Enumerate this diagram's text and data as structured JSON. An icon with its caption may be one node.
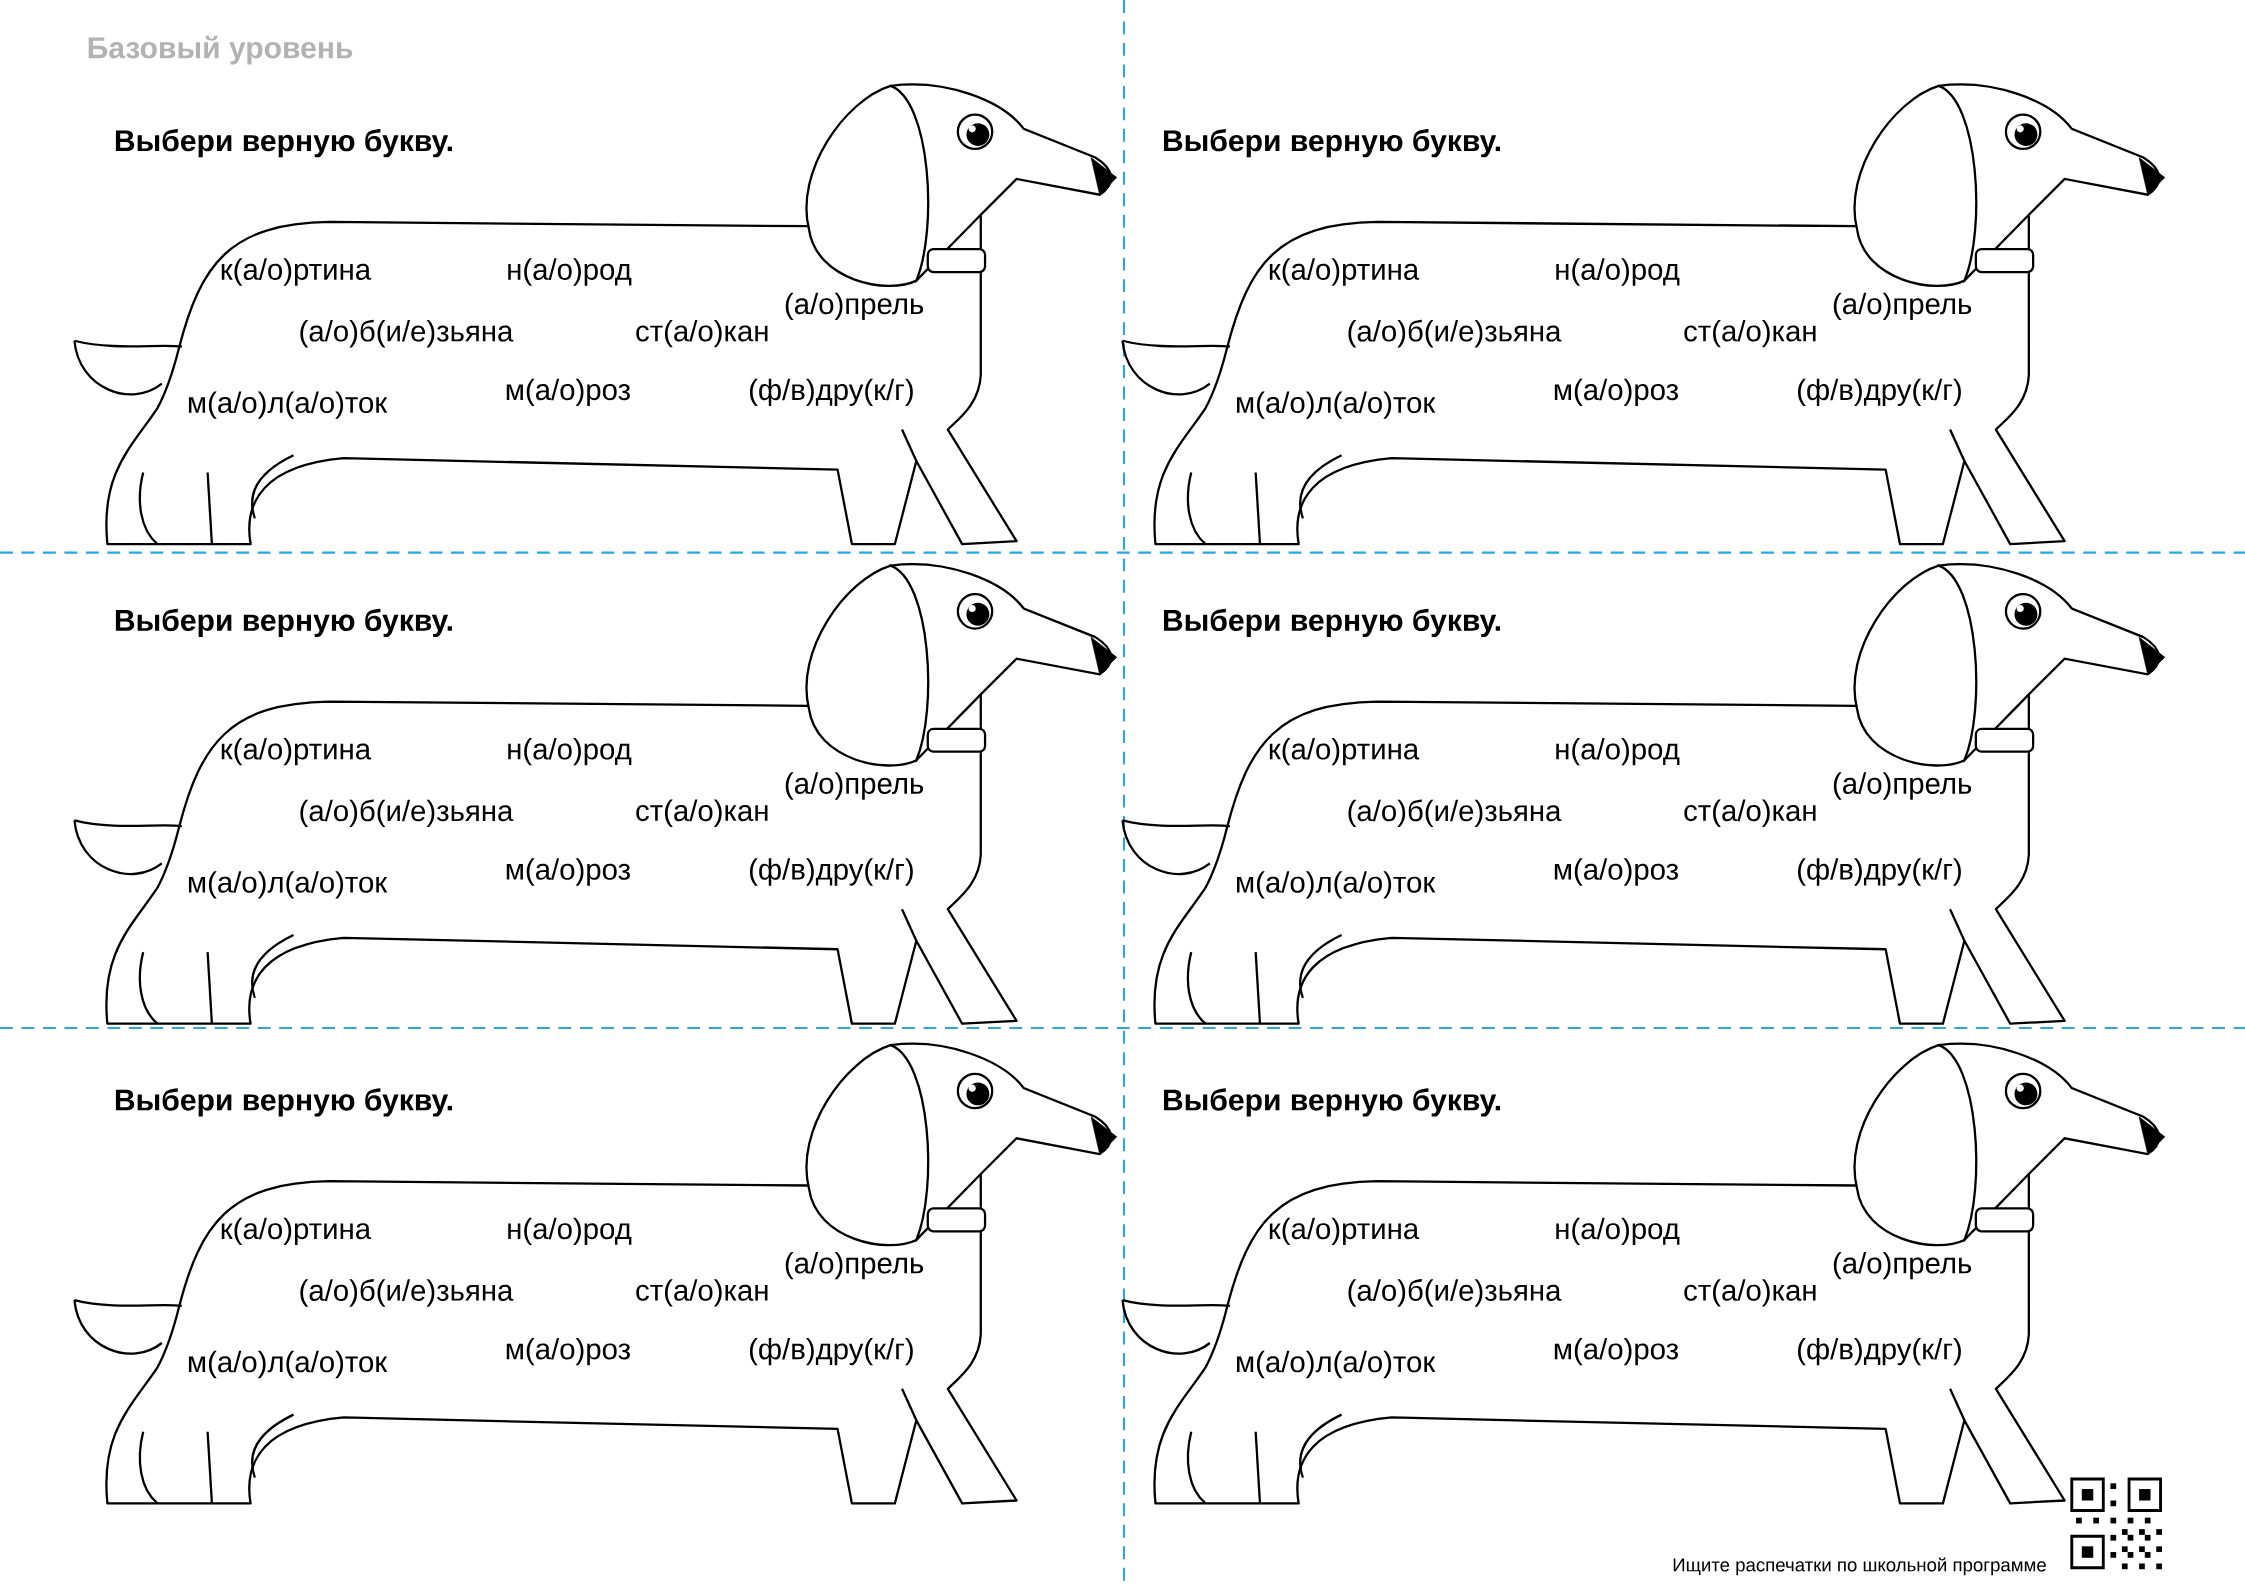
{
  "diagram": {
    "labels": [
      "Базовый уровень",
      "Выбери верную букву.",
      "к(а/о)ртина",
      "н(а/о)род",
      "(а/о)прель",
      "(а/о)б(и/е)зьяна",
      "ст(а/о)кан",
      "м(а/о)роз",
      "(ф/в)дру(к/г)",
      "м(а/о)л(а/о)ток",
      "Выбери верную букву.",
      "к(а/о)ртина",
      "н(а/о)род",
      "(а/о)прель",
      "(а/о)б(и/е)зьяна",
      "ст(а/о)кан",
      "м(а/о)роз",
      "(ф/в)дру(к/г)",
      "м(а/о)л(а/о)ток",
      "Выбери верную букву.",
      "к(а/о)ртина",
      "н(а/о)род",
      "(а/о)прель",
      "(а/о)б(и/е)зьяна",
      "ст(а/о)кан",
      "м(а/о)роз",
      "(ф/в)дру(к/г)",
      "м(а/о)л(а/о)ток",
      "Выбери верную букву.",
      "к(а/о)ртина",
      "н(а/о)род",
      "(а/о)прель",
      "(а/о)б(и/е)зьяна",
      "ст(а/о)кан",
      "м(а/о)роз",
      "(ф/в)дру(к/г)",
      "м(а/о)л(а/о)ток",
      "Выбери верную букву.",
      "к(а/о)ртина",
      "н(а/о)род",
      "(а/о)прель",
      "(а/о)б(и/е)зьяна",
      "ст(а/о)кан",
      "м(а/о)роз",
      "(ф/в)дру(к/г)",
      "м(а/о)л(а/о)ток",
      "Выбери верную букву.",
      "к(а/о)ртина",
      "н(а/о)род",
      "(а/о)прель",
      "(а/о)б(и/е)зьяна",
      "ст(а/о)кан",
      "м(а/о)роз",
      "(ф/в)дру(к/г)",
      "м(а/о)л(а/о)ток",
      "Ищите распечатки по школьной программе"
    ]
  }
}
